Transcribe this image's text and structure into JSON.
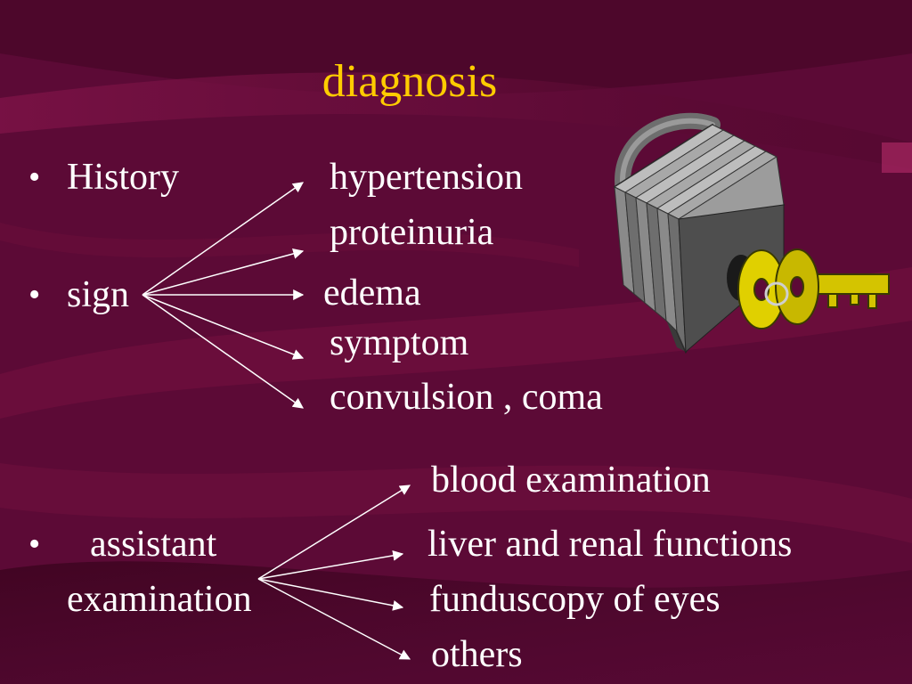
{
  "slide": {
    "title": "diagnosis",
    "bullet_symbol": "•",
    "history_label": "History",
    "sign_label": "sign",
    "assistant_label": "assistant",
    "examination_label": "examination",
    "findings": {
      "hypertension": "hypertension",
      "proteinuria": "proteinuria",
      "edema": "edema",
      "symptom": "symptom",
      "convulsion": "convulsion , coma"
    },
    "exams": {
      "blood": "blood   examination",
      "liver": "liver  and  renal  functions",
      "fundus": "funduscopy  of  eyes",
      "others": "others"
    }
  },
  "colors": {
    "background": "#5c0a36",
    "title": "#ffcc00",
    "text": "#ffffff"
  },
  "clipart": "padlock-with-keys-icon"
}
